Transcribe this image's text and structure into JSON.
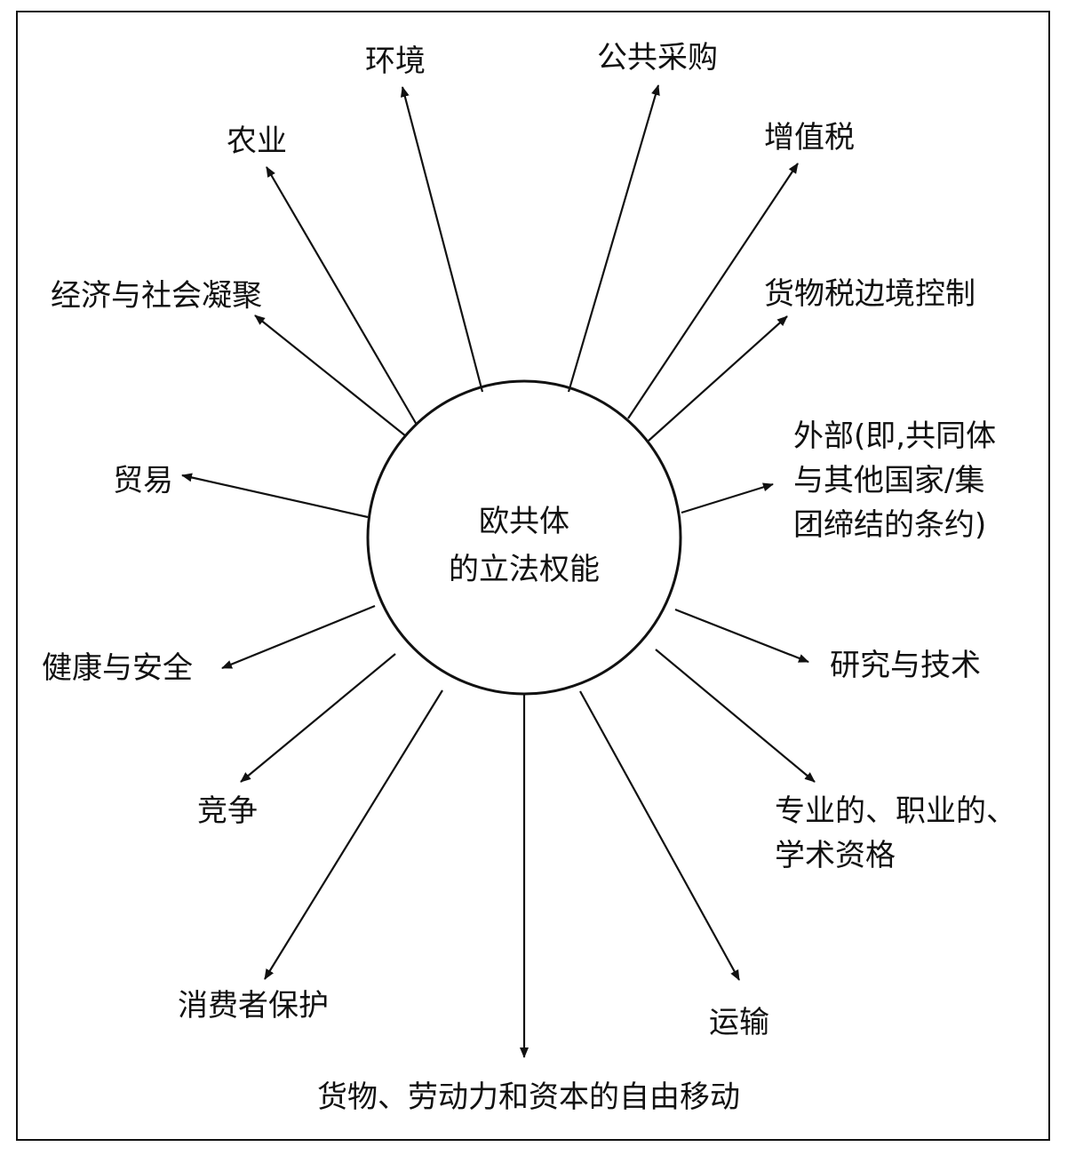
{
  "center": {
    "label": "欧共体\n的立法权能"
  },
  "areas": [
    {
      "id": "environment",
      "label": "环境"
    },
    {
      "id": "public-procurement",
      "label": "公共采购"
    },
    {
      "id": "agriculture",
      "label": "农业"
    },
    {
      "id": "vat",
      "label": "增值税"
    },
    {
      "id": "cohesion",
      "label": "经济与社会凝聚"
    },
    {
      "id": "border-control",
      "label": "货物税边境控制"
    },
    {
      "id": "trade",
      "label": "贸易"
    },
    {
      "id": "external",
      "label": "外部(即,共同体\n与其他国家/集\n团缔结的条约)"
    },
    {
      "id": "health-safety",
      "label": "健康与安全"
    },
    {
      "id": "research",
      "label": "研究与技术"
    },
    {
      "id": "competition",
      "label": "竞争"
    },
    {
      "id": "qualifications",
      "label": "专业的、职业的、\n学术资格"
    },
    {
      "id": "consumer",
      "label": "消费者保护"
    },
    {
      "id": "transport",
      "label": "运输"
    },
    {
      "id": "free-movement",
      "label": "货物、劳动力和资本的自由移动"
    }
  ]
}
